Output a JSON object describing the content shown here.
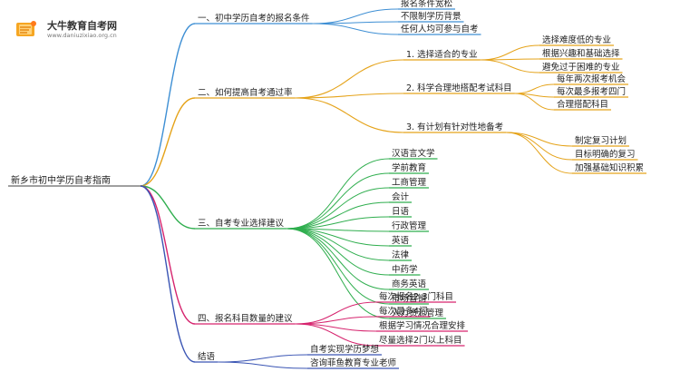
{
  "logo": {
    "title": "大牛教育自考网",
    "url": "www.daniuzixiao.org.cn"
  },
  "root": "新乡市初中学历自考指南",
  "branches": [
    {
      "label": "一、初中学历自考的报名条件",
      "color": "#3e8fd4",
      "children": [
        {
          "label": "报名条件宽松"
        },
        {
          "label": "不限制学历背景"
        },
        {
          "label": "任何人均可参与自考"
        }
      ]
    },
    {
      "label": "二、如何提高自考通过率",
      "color": "#e5a31a",
      "children": [
        {
          "label": "1. 选择适合的专业",
          "children": [
            {
              "label": "选择难度低的专业"
            },
            {
              "label": "根据兴趣和基础选择"
            },
            {
              "label": "避免过于困难的专业"
            }
          ]
        },
        {
          "label": "2. 科学合理地搭配考试科目",
          "children": [
            {
              "label": "每年两次报考机会"
            },
            {
              "label": "每次最多报考四门"
            },
            {
              "label": "合理搭配科目"
            }
          ]
        },
        {
          "label": "3. 有计划有针对性地备考",
          "children": [
            {
              "label": "制定复习计划"
            },
            {
              "label": "目标明确的复习"
            },
            {
              "label": "加强基础知识积累"
            }
          ]
        }
      ]
    },
    {
      "label": "三、自考专业选择建议",
      "color": "#2fae4e",
      "children": [
        {
          "label": "汉语言文学"
        },
        {
          "label": "学前教育"
        },
        {
          "label": "工商管理"
        },
        {
          "label": "会计"
        },
        {
          "label": "日语"
        },
        {
          "label": "行政管理"
        },
        {
          "label": "英语"
        },
        {
          "label": "法律"
        },
        {
          "label": "中药学"
        },
        {
          "label": "商务英语"
        },
        {
          "label": "市场营销"
        },
        {
          "label": "人力资源管理"
        }
      ]
    },
    {
      "label": "四、报名科目数量的建议",
      "color": "#d6246e",
      "children": [
        {
          "label": "每次报名2-3门科目"
        },
        {
          "label": "每次最多4门"
        },
        {
          "label": "根据学习情况合理安排"
        },
        {
          "label": "尽量选择2门以上科目"
        }
      ]
    },
    {
      "label": "结语",
      "color": "#3a55b4",
      "children": [
        {
          "label": "自考实现学历梦想"
        },
        {
          "label": "咨询菲鱼教育专业老师"
        }
      ]
    }
  ]
}
